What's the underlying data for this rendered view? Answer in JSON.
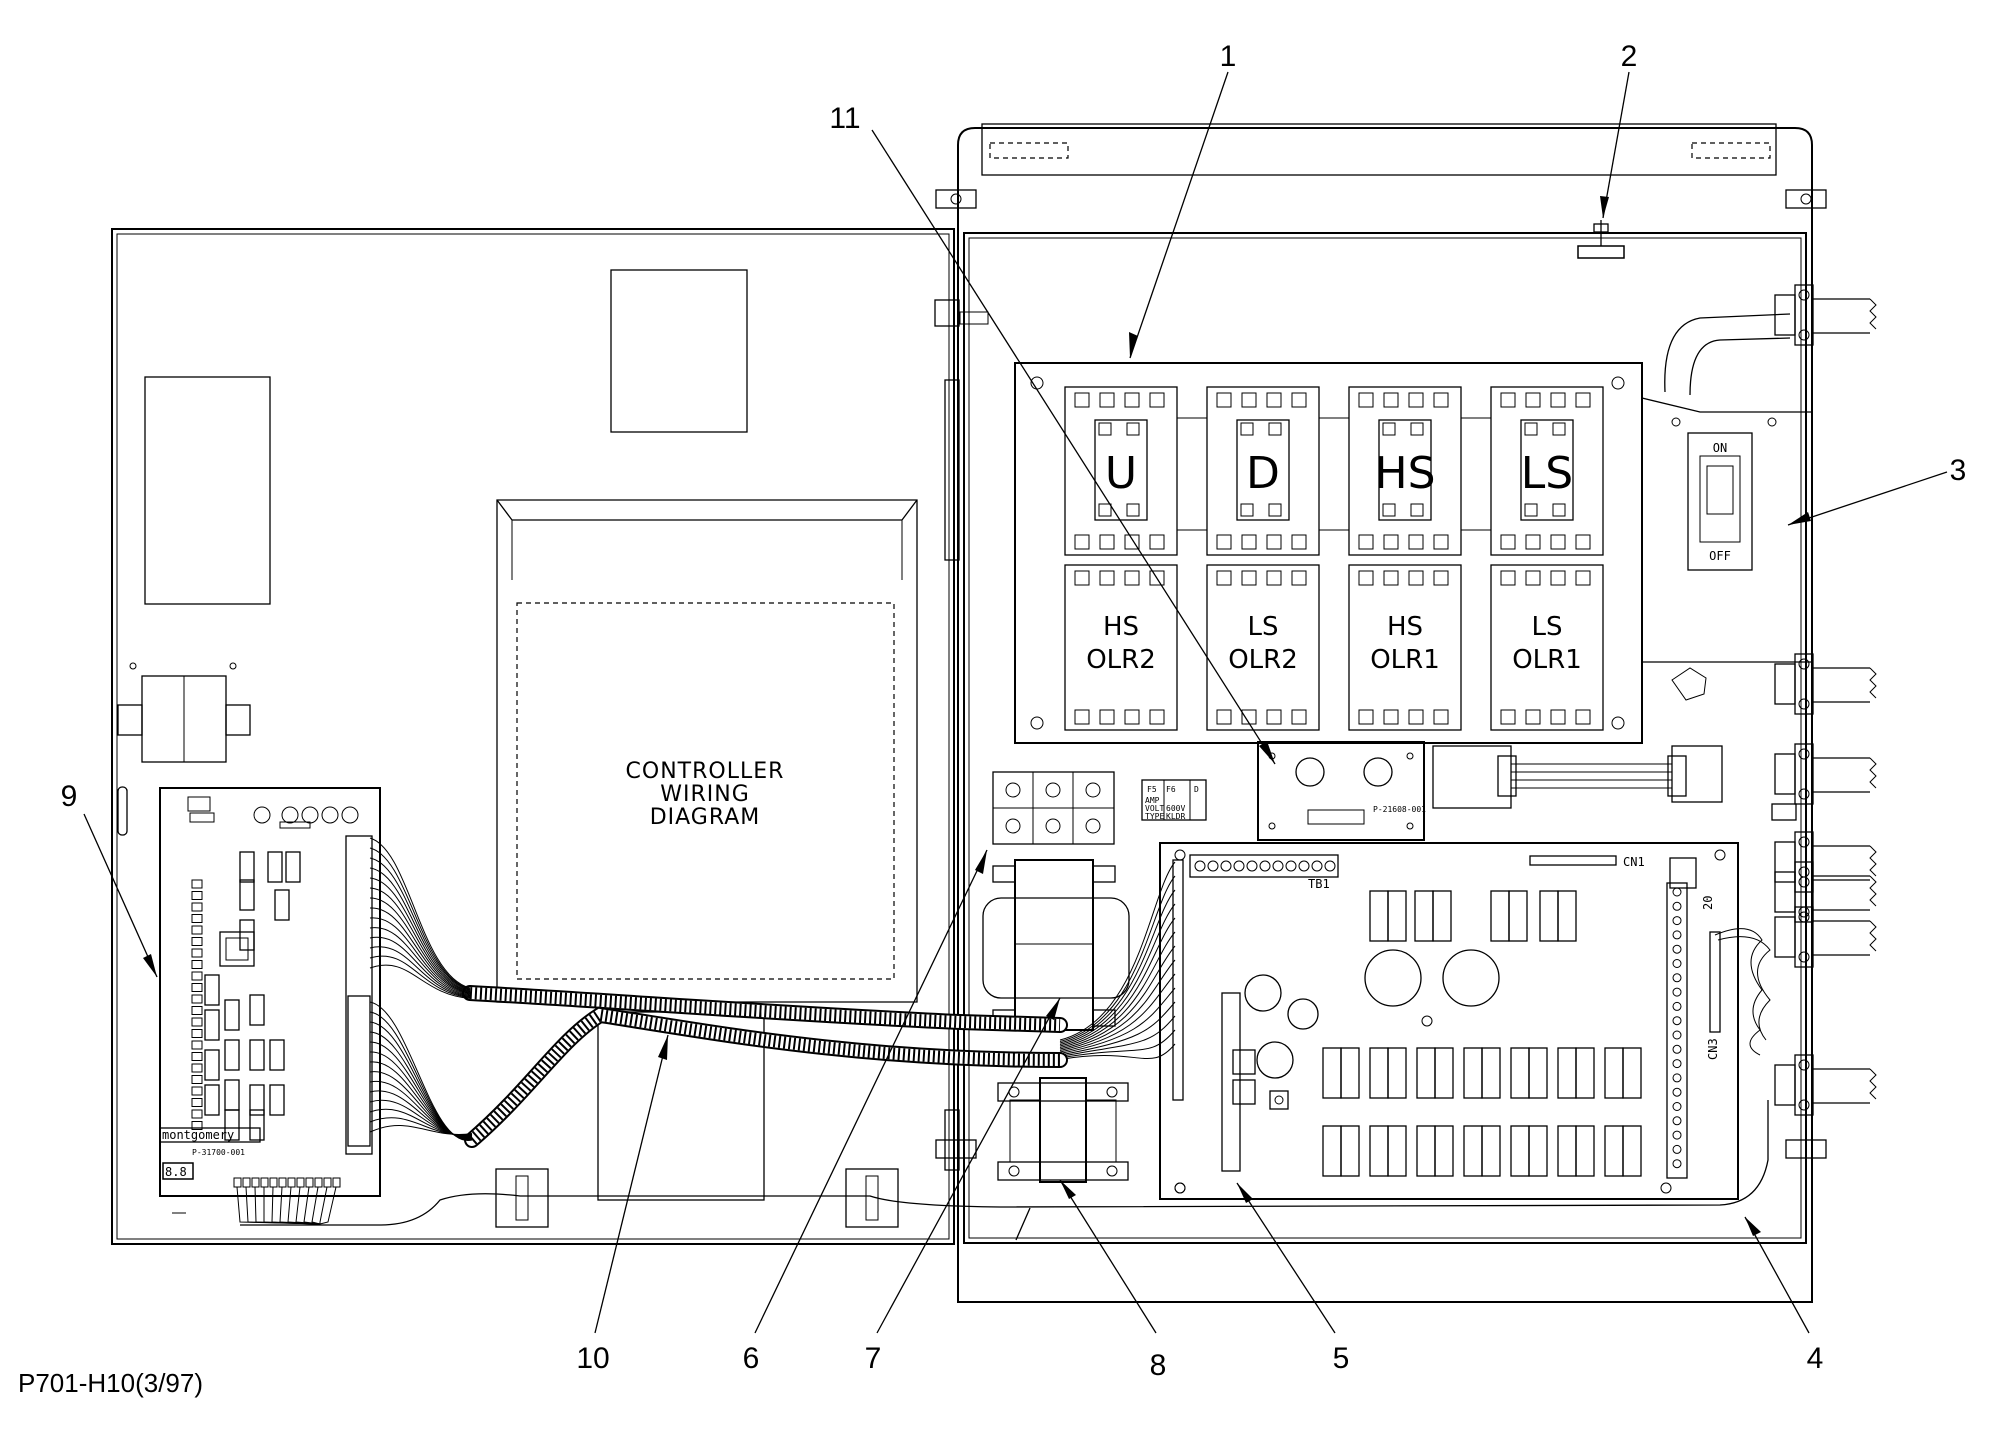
{
  "drawing_id": "P701-H10(3/97)",
  "door_label": [
    "CONTROLLER",
    "WIRING",
    "DIAGRAM"
  ],
  "contactors": [
    "U",
    "D",
    "HS",
    "LS"
  ],
  "overloads": [
    {
      "line1": "HS",
      "line2": "OLR2"
    },
    {
      "line1": "LS",
      "line2": "OLR2"
    },
    {
      "line1": "HS",
      "line2": "OLR1"
    },
    {
      "line1": "LS",
      "line2": "OLR1"
    }
  ],
  "disconnect": {
    "on": "ON",
    "off": "OFF"
  },
  "board_labels": {
    "cn1": "CN1",
    "tb1": "TB1",
    "cn3": "CN3",
    "twenty": "20"
  },
  "fuse_labels": {
    "f5": "F5",
    "f6": "F6",
    "d": "D",
    "amp": "AMP",
    "volt": "VOLT",
    "type": "TYPE",
    "volt_val": "600V",
    "type_val": "KLDR"
  },
  "timer_part": "P-21608-001",
  "control_board": {
    "brand": "montgomery",
    "digits": "8.8",
    "part": "P-31700-001"
  },
  "callouts": [
    "1",
    "2",
    "3",
    "4",
    "5",
    "6",
    "7",
    "8",
    "9",
    "10",
    "11"
  ]
}
